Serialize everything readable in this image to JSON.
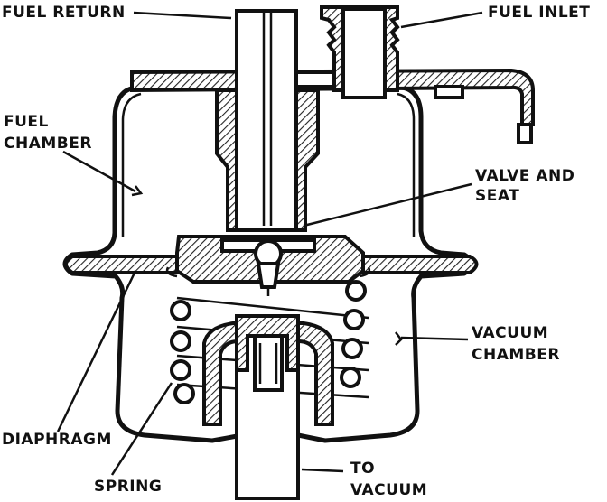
{
  "labels": {
    "fuel_return": "FUEL RETURN",
    "fuel_inlet": "FUEL INLET",
    "fuel_chamber_1": "FUEL",
    "fuel_chamber_2": "CHAMBER",
    "valve_and_seat_1": "VALVE AND",
    "valve_and_seat_2": "SEAT",
    "vacuum_chamber_1": "VACUUM",
    "vacuum_chamber_2": "CHAMBER",
    "diaphragm": "DIAPHRAGM",
    "spring": "SPRING",
    "to_vacuum_1": "TO",
    "to_vacuum_2": "VACUUM"
  },
  "colors": {
    "ink": "#111111",
    "background": "#ffffff"
  }
}
